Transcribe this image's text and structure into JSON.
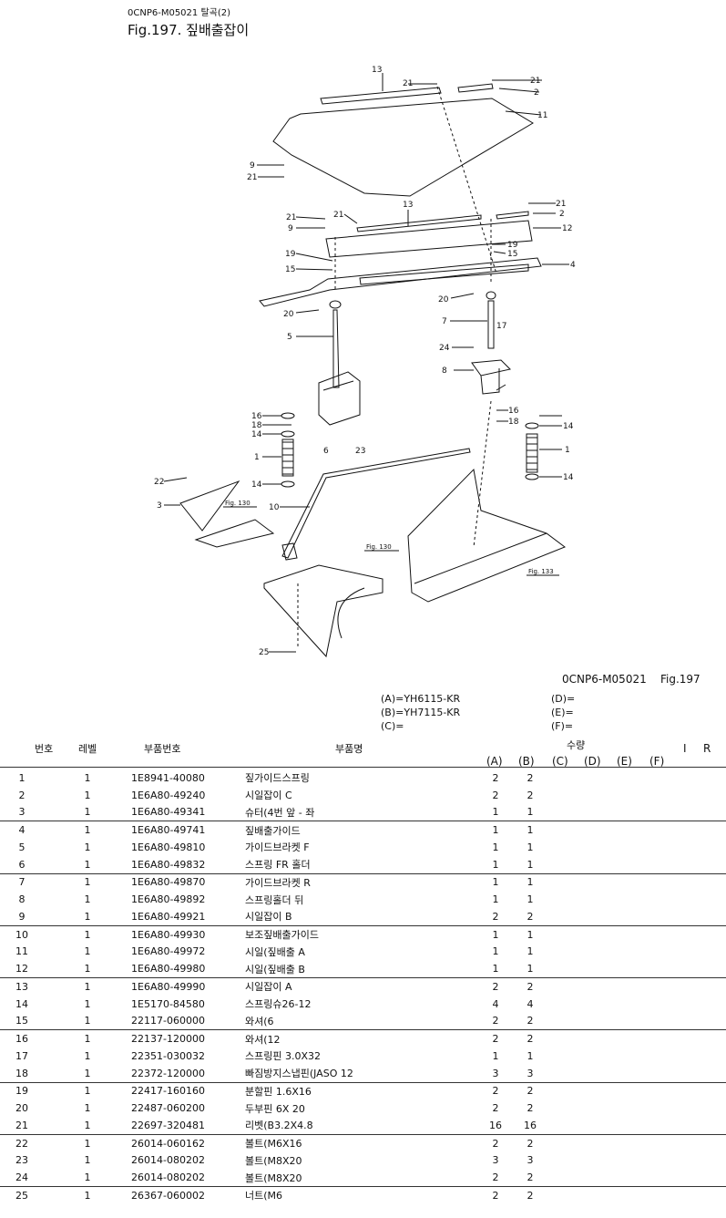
{
  "header": {
    "code": "0CNP6-M05021   탈곡(2)",
    "title": "Fig.197.  짚배출잡이"
  },
  "diagram": {
    "callouts": [
      "13",
      "21",
      "21",
      "2",
      "11",
      "9",
      "21",
      "21",
      "21",
      "9",
      "13",
      "21",
      "2",
      "12",
      "19",
      "15",
      "19",
      "15",
      "4",
      "20",
      "20",
      "7",
      "17",
      "5",
      "24",
      "8",
      "16",
      "18",
      "14",
      "6",
      "23",
      "16",
      "18",
      "14",
      "1",
      "1",
      "14",
      "14",
      "22",
      "3",
      "10",
      "25"
    ],
    "fig_refs": [
      "Fig. 130",
      "Fig. 130",
      "Fig. 133"
    ]
  },
  "ref": {
    "code": "0CNP6-M05021",
    "fig": "Fig.197"
  },
  "models": {
    "a": "(A)=YH6115-KR",
    "b": "(B)=YH7115-KR",
    "c": "(C)=",
    "d": "(D)=",
    "e": "(E)=",
    "f": "(F)="
  },
  "columns": {
    "no": "번호",
    "level": "레벨",
    "part_no": "부품번호",
    "part_name": "부품명",
    "qty": "수량",
    "i": "I",
    "r": "R",
    "qty_cols": [
      "(A)",
      "(B)",
      "(C)",
      "(D)",
      "(E)",
      "(F)"
    ]
  },
  "rows": [
    {
      "no": "1",
      "level": "1",
      "part_no": "1E8941-40080",
      "name": "짚가이드스프링",
      "a": "2",
      "b": "2"
    },
    {
      "no": "2",
      "level": "1",
      "part_no": "1E6A80-49240",
      "name": "시일잡이 C",
      "a": "2",
      "b": "2"
    },
    {
      "no": "3",
      "level": "1",
      "part_no": "1E6A80-49341",
      "name": "슈터(4번 앞 - 좌",
      "a": "1",
      "b": "1"
    },
    {
      "no": "4",
      "level": "1",
      "part_no": "1E6A80-49741",
      "name": "짚배출가이드",
      "a": "1",
      "b": "1"
    },
    {
      "no": "5",
      "level": "1",
      "part_no": "1E6A80-49810",
      "name": "가이드브라켓 F",
      "a": "1",
      "b": "1"
    },
    {
      "no": "6",
      "level": "1",
      "part_no": "1E6A80-49832",
      "name": "스프링 FR 홀더",
      "a": "1",
      "b": "1"
    },
    {
      "no": "7",
      "level": "1",
      "part_no": "1E6A80-49870",
      "name": "가이드브라켓 R",
      "a": "1",
      "b": "1"
    },
    {
      "no": "8",
      "level": "1",
      "part_no": "1E6A80-49892",
      "name": "스프링홀더 뒤",
      "a": "1",
      "b": "1"
    },
    {
      "no": "9",
      "level": "1",
      "part_no": "1E6A80-49921",
      "name": "시일잡이 B",
      "a": "2",
      "b": "2"
    },
    {
      "no": "10",
      "level": "1",
      "part_no": "1E6A80-49930",
      "name": "보조짚배출가이드",
      "a": "1",
      "b": "1"
    },
    {
      "no": "11",
      "level": "1",
      "part_no": "1E6A80-49972",
      "name": "시일(짚배출 A",
      "a": "1",
      "b": "1"
    },
    {
      "no": "12",
      "level": "1",
      "part_no": "1E6A80-49980",
      "name": "시일(짚배출 B",
      "a": "1",
      "b": "1"
    },
    {
      "no": "13",
      "level": "1",
      "part_no": "1E6A80-49990",
      "name": "시일잡이 A",
      "a": "2",
      "b": "2"
    },
    {
      "no": "14",
      "level": "1",
      "part_no": "1E5170-84580",
      "name": "스프링슈26-12",
      "a": "4",
      "b": "4"
    },
    {
      "no": "15",
      "level": "1",
      "part_no": "22117-060000",
      "name": "와셔(6",
      "a": "2",
      "b": "2"
    },
    {
      "no": "16",
      "level": "1",
      "part_no": "22137-120000",
      "name": "와셔(12",
      "a": "2",
      "b": "2"
    },
    {
      "no": "17",
      "level": "1",
      "part_no": "22351-030032",
      "name": "스프링핀 3.0X32",
      "a": "1",
      "b": "1"
    },
    {
      "no": "18",
      "level": "1",
      "part_no": "22372-120000",
      "name": "빠짐방지스냅핀(JASO 12",
      "a": "3",
      "b": "3"
    },
    {
      "no": "19",
      "level": "1",
      "part_no": "22417-160160",
      "name": "분할핀 1.6X16",
      "a": "2",
      "b": "2"
    },
    {
      "no": "20",
      "level": "1",
      "part_no": "22487-060200",
      "name": "두부핀 6X 20",
      "a": "2",
      "b": "2"
    },
    {
      "no": "21",
      "level": "1",
      "part_no": "22697-320481",
      "name": "리벳(B3.2X4.8",
      "a": "16",
      "b": "16"
    },
    {
      "no": "22",
      "level": "1",
      "part_no": "26014-060162",
      "name": "볼트(M6X16",
      "a": "2",
      "b": "2"
    },
    {
      "no": "23",
      "level": "1",
      "part_no": "26014-080202",
      "name": "볼트(M8X20",
      "a": "3",
      "b": "3"
    },
    {
      "no": "24",
      "level": "1",
      "part_no": "26014-080202",
      "name": "볼트(M8X20",
      "a": "2",
      "b": "2"
    },
    {
      "no": "25",
      "level": "1",
      "part_no": "26367-060002",
      "name": "너트(M6",
      "a": "2",
      "b": "2"
    }
  ]
}
